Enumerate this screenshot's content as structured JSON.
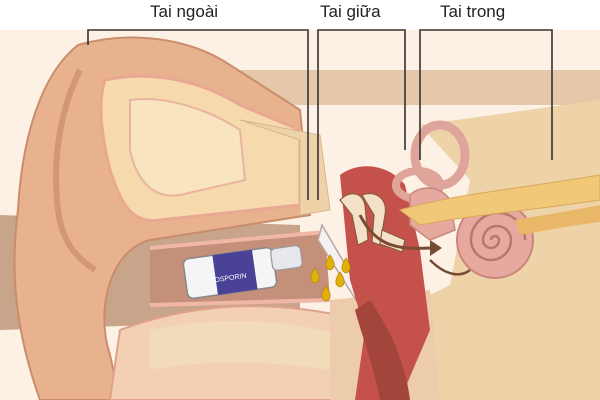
{
  "labels": {
    "outer_ear": "Tai ngoài",
    "middle_ear": "Tai giữa",
    "inner_ear": "Tai trong"
  },
  "bottle": {
    "text": "OTOSPORIN"
  },
  "colors": {
    "skin": "#e9b896",
    "cartilage": "#f7ddb6",
    "bone": "#efd3a8",
    "canal": "#a8463a",
    "cochlea": "#e7a99f",
    "nerve": "#f0c878",
    "drops": "#e1b10b",
    "leader": "#333333"
  }
}
